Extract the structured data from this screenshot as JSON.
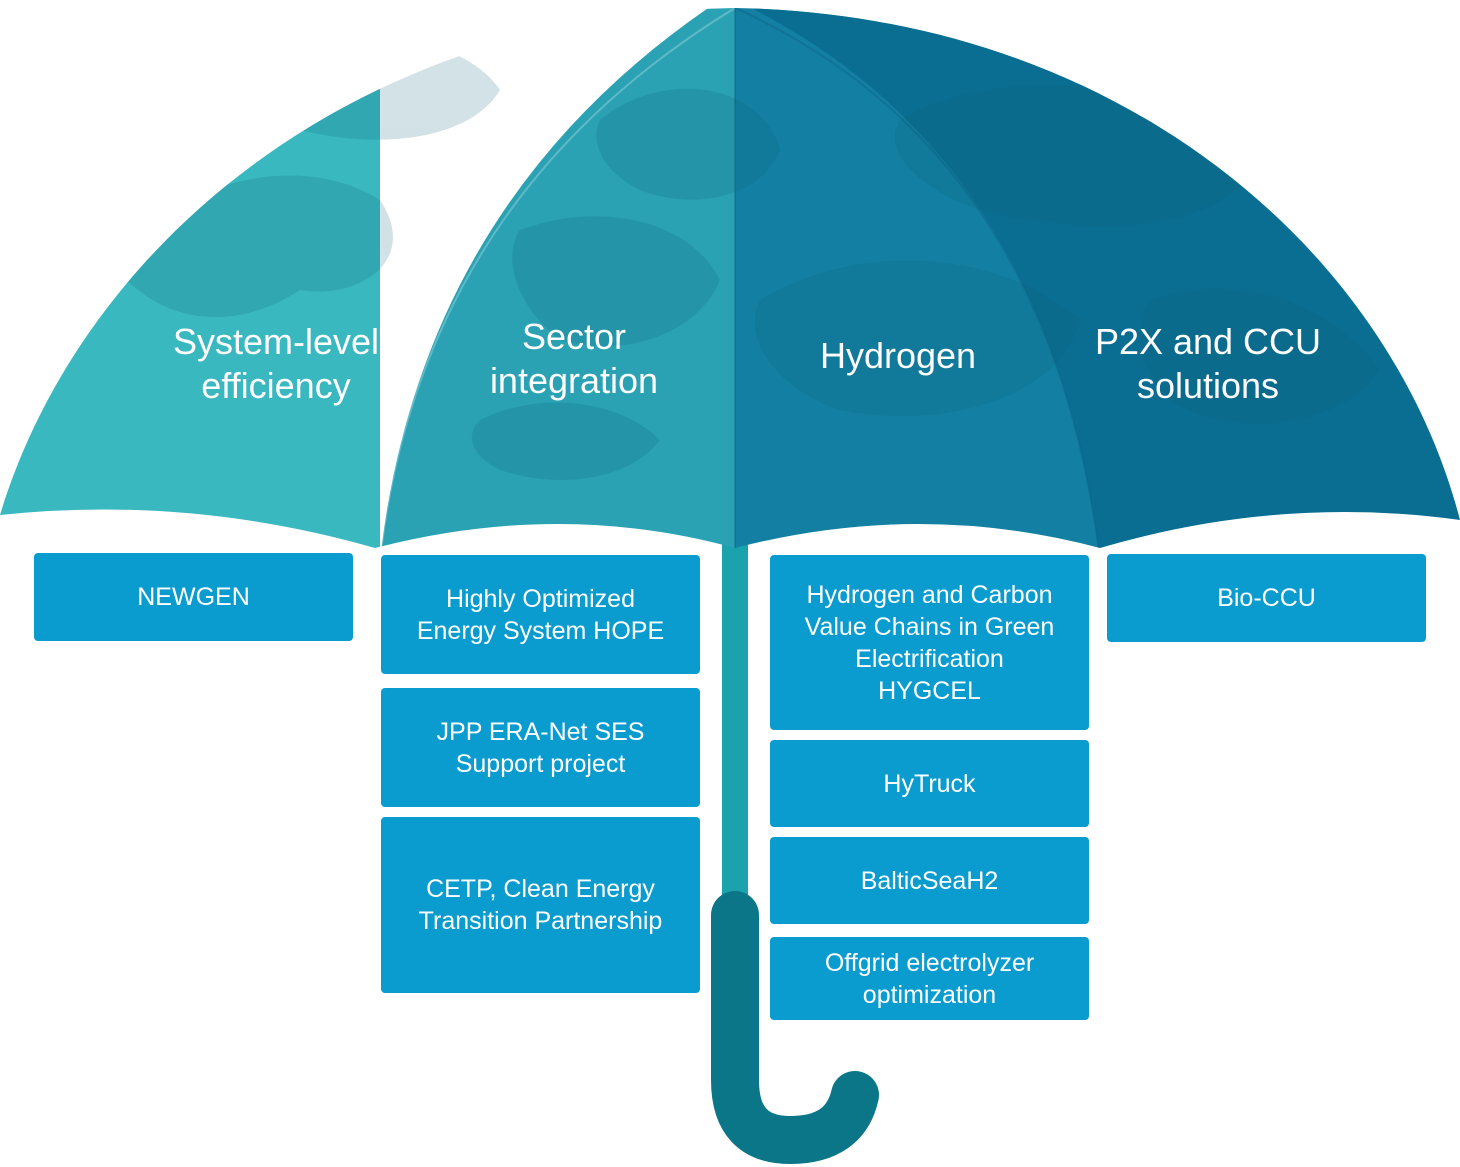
{
  "themes": [
    {
      "label": "System-level\nefficiency"
    },
    {
      "label": "Sector\nintegration"
    },
    {
      "label": "Hydrogen"
    },
    {
      "label": "P2X and CCU\nsolutions"
    }
  ],
  "projects": {
    "system_level": [
      "NEWGEN"
    ],
    "sector_integration": [
      "Highly Optimized\nEnergy System HOPE",
      "JPP ERA-Net SES\nSupport project",
      "CETP, Clean Energy\nTransition Partnership"
    ],
    "hydrogen": [
      "Hydrogen and Carbon\nValue Chains in Green\nElectrification\nHYGCEL",
      "HyTruck",
      "BalticSeaH2",
      "Offgrid electrolyzer\noptimization"
    ],
    "p2x": [
      "Bio-CCU"
    ]
  },
  "colors": {
    "canopy_panel_1": "#3ab8c0",
    "canopy_panel_2": "#2aa2b4",
    "canopy_panel_3": "#137fa2",
    "canopy_panel_4": "#0a6e93",
    "shaft": "#1aa3ad",
    "handle": "#0b7688",
    "box": "#0a9ccf"
  }
}
